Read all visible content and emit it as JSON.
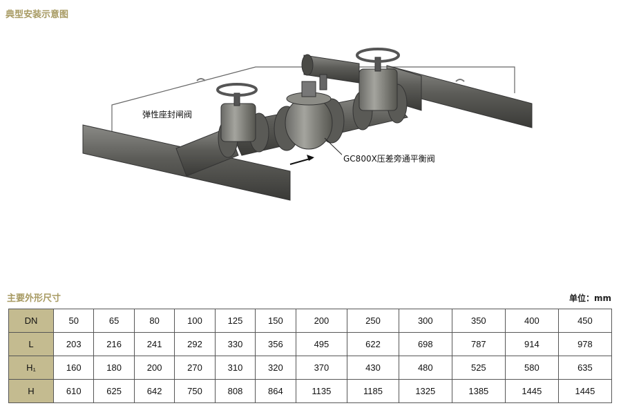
{
  "section_titles": {
    "install": "典型安装示意图",
    "dimensions": "主要外形尺寸"
  },
  "unit": "单位：mm",
  "callouts": {
    "gate_valve": "弹性座封闸阀",
    "main_valve": "GC800X压差旁通平衡阀"
  },
  "table": {
    "rows": [
      {
        "head": "DN",
        "values": [
          "50",
          "65",
          "80",
          "100",
          "125",
          "150",
          "200",
          "250",
          "300",
          "350",
          "400",
          "450"
        ]
      },
      {
        "head": "L",
        "values": [
          "203",
          "216",
          "241",
          "292",
          "330",
          "356",
          "495",
          "622",
          "698",
          "787",
          "914",
          "978"
        ]
      },
      {
        "head": "H₁",
        "values": [
          "160",
          "180",
          "200",
          "270",
          "310",
          "320",
          "370",
          "430",
          "480",
          "525",
          "580",
          "635"
        ]
      },
      {
        "head": "H",
        "values": [
          "610",
          "625",
          "642",
          "750",
          "808",
          "864",
          "1135",
          "1185",
          "1325",
          "1385",
          "1445",
          "1445"
        ]
      }
    ]
  }
}
